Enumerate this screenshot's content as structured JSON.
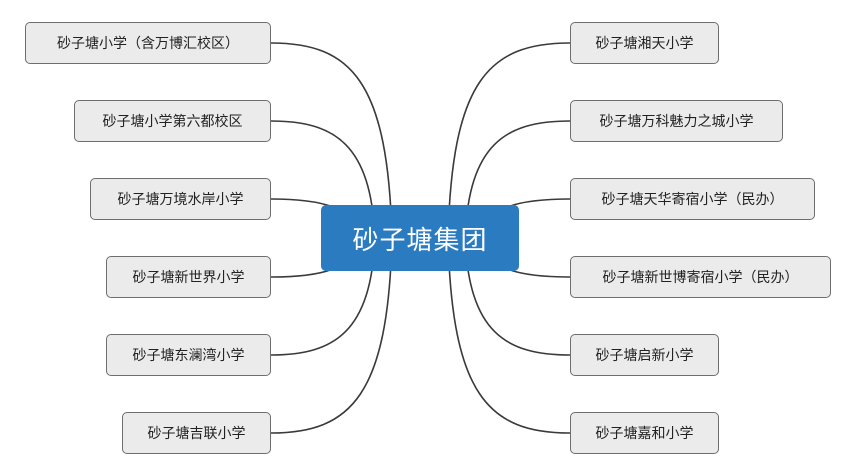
{
  "center": {
    "label": "砂子塘集团"
  },
  "left_nodes": [
    {
      "label": "砂子塘小学（含万博汇校区）"
    },
    {
      "label": "砂子塘小学第六都校区"
    },
    {
      "label": "砂子塘万境水岸小学"
    },
    {
      "label": "砂子塘新世界小学"
    },
    {
      "label": "砂子塘东澜湾小学"
    },
    {
      "label": "砂子塘吉联小学"
    }
  ],
  "right_nodes": [
    {
      "label": "砂子塘湘天小学"
    },
    {
      "label": "砂子塘万科魅力之城小学"
    },
    {
      "label": "砂子塘天华寄宿小学（民办）"
    },
    {
      "label": "砂子塘新世博寄宿小学（民办）"
    },
    {
      "label": "砂子塘启新小学"
    },
    {
      "label": "砂子塘嘉和小学"
    }
  ],
  "colors": {
    "center_fill": "#2b7bc0",
    "node_fill": "#ebebeb",
    "node_border": "#6e6e6e",
    "connector": "#3a3a3a"
  }
}
